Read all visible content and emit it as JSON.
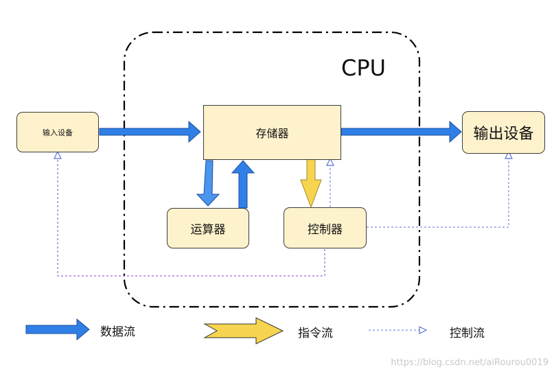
{
  "cpu": {
    "label": "CPU"
  },
  "nodes": {
    "input": "输入设备",
    "memory": "存储器",
    "alu": "运算器",
    "controller": "控制器",
    "output": "输出设备"
  },
  "legend": {
    "data_flow": "数据流",
    "instruction_flow": "指令流",
    "control_flow": "控制流"
  },
  "watermark": "https://blog.csdn.net/aiRourou0019",
  "colors": {
    "node_fill": "#fdf2cc",
    "data_arrow": "#2f7fe6",
    "instruction_arrow": "#f7d44f",
    "control_line": "#5b6fd8",
    "cpu_border": "#000000"
  }
}
